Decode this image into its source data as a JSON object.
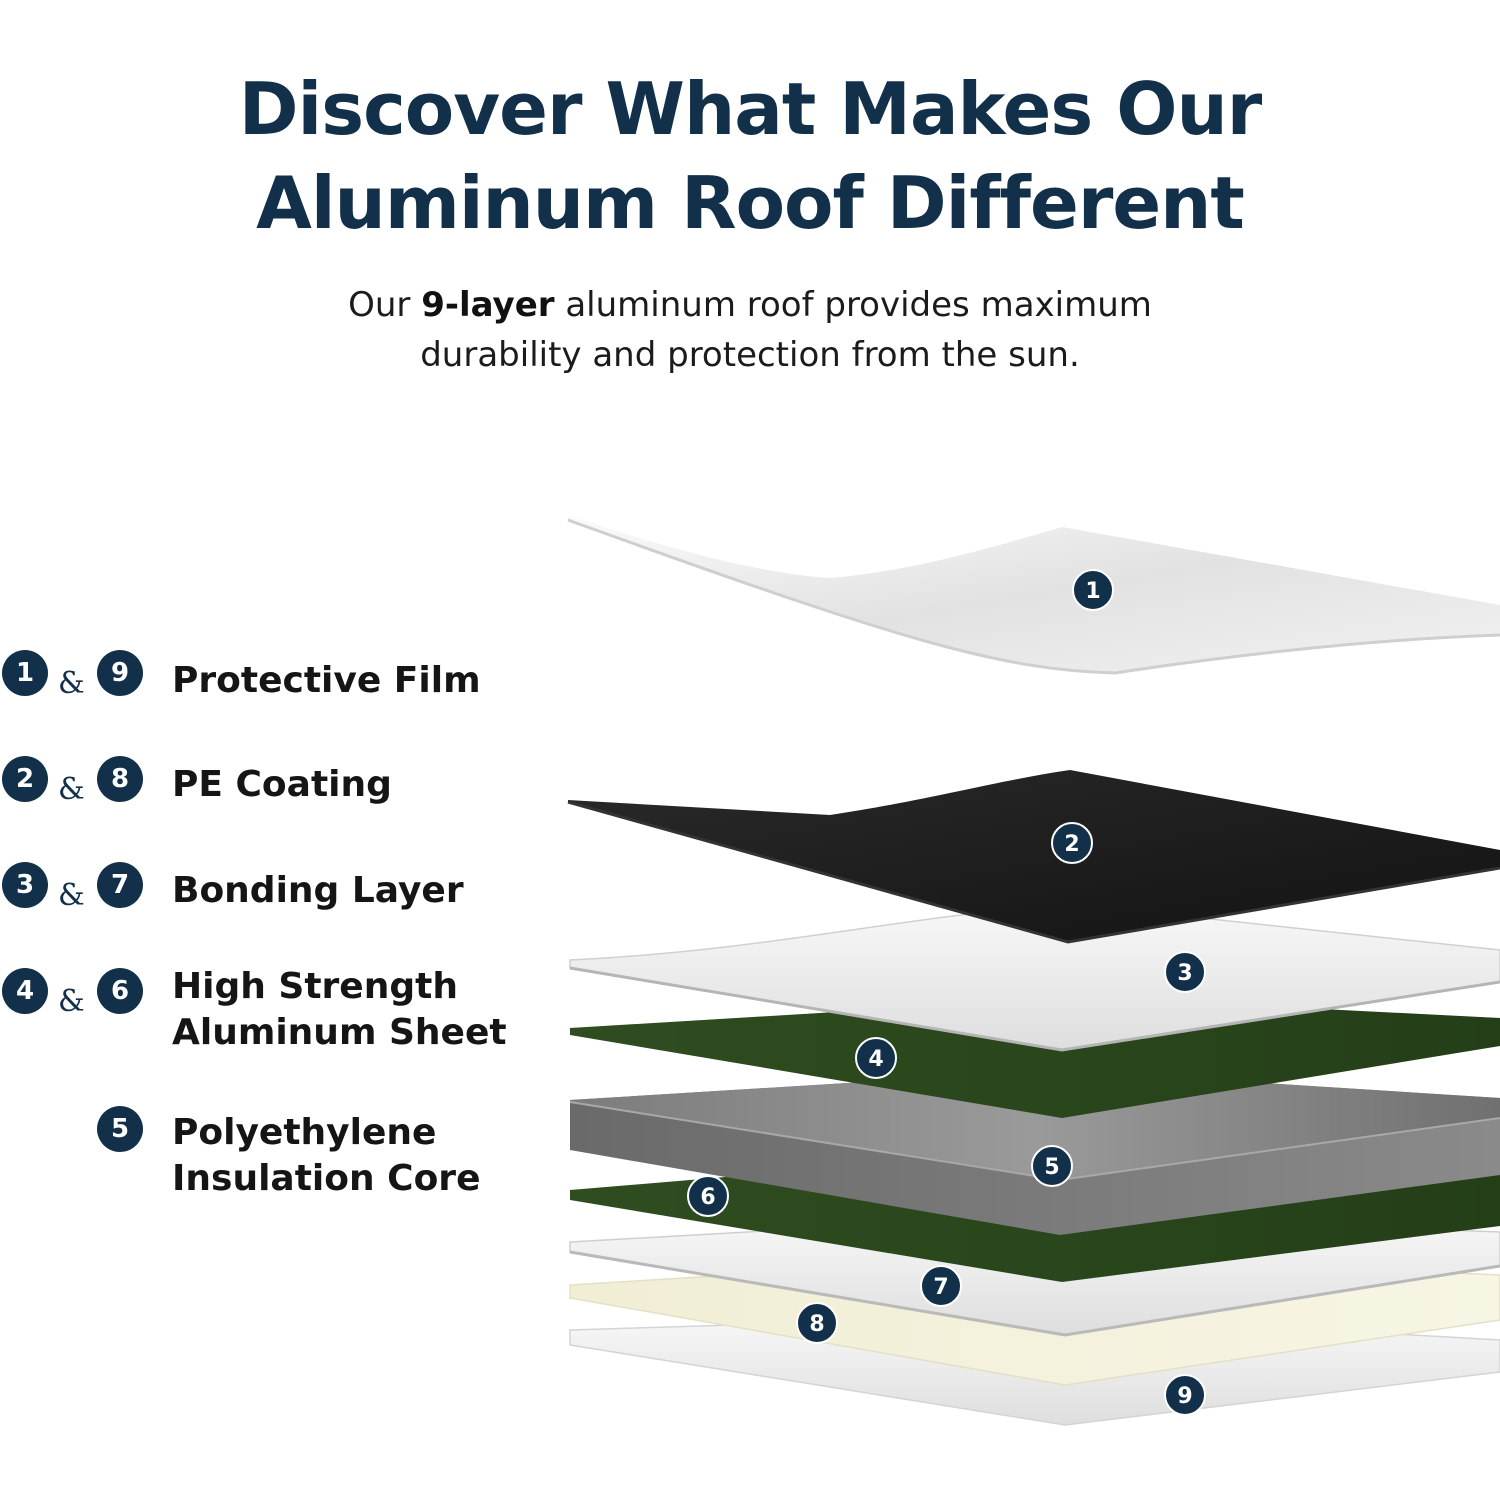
{
  "title": {
    "line1": "Discover What Makes Our",
    "line2": "Aluminum Roof Different"
  },
  "subtitle": {
    "prefix": "Our ",
    "bold": "9-layer",
    "suffix": " aluminum roof provides maximum",
    "line2": "durability and protection from the sun."
  },
  "legend": [
    {
      "badge_a": "1",
      "amp": "&",
      "badge_b": "9",
      "label_line1": "Protective Film",
      "label_line2": ""
    },
    {
      "badge_a": "2",
      "amp": "&",
      "badge_b": "8",
      "label_line1": "PE Coating",
      "label_line2": ""
    },
    {
      "badge_a": "3",
      "amp": "&",
      "badge_b": "7",
      "label_line1": "Bonding Layer",
      "label_line2": ""
    },
    {
      "badge_a": "4",
      "amp": "&",
      "badge_b": "6",
      "label_line1": "High Strength",
      "label_line2": "Aluminum Sheet"
    },
    {
      "badge_a": "",
      "amp": "",
      "badge_b": "5",
      "label_line1": "Polyethylene",
      "label_line2": "Insulation Core"
    }
  ],
  "layers": [
    {
      "number": "1",
      "name": "protective-film-top",
      "color": "#e6e6e6"
    },
    {
      "number": "2",
      "name": "pe-coating-top",
      "color": "#1a1a1a"
    },
    {
      "number": "3",
      "name": "bonding-layer-top",
      "color": "#ebebeb"
    },
    {
      "number": "4",
      "name": "aluminum-sheet-top",
      "color": "#2c4a1f"
    },
    {
      "number": "5",
      "name": "polyethylene-core",
      "color": "#8c8c8c"
    },
    {
      "number": "6",
      "name": "aluminum-sheet-bottom",
      "color": "#2c4a1f"
    },
    {
      "number": "7",
      "name": "bonding-layer-bottom",
      "color": "#efefef"
    },
    {
      "number": "8",
      "name": "pe-coating-bottom",
      "color": "#f4f2dc"
    },
    {
      "number": "9",
      "name": "protective-film-bottom",
      "color": "#ececec"
    }
  ],
  "colors": {
    "navy": "#12304a",
    "green": "#2c4a1f",
    "black": "#1a1a1a"
  }
}
